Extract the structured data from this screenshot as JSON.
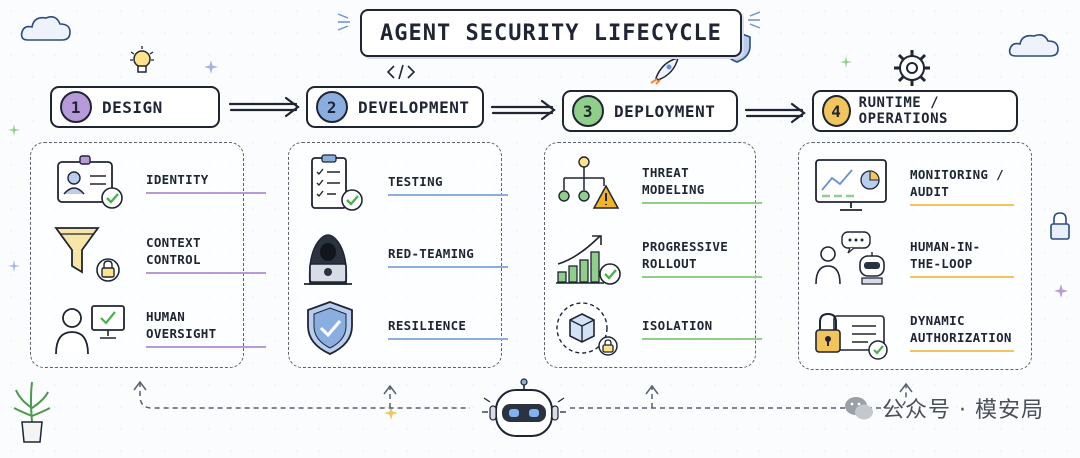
{
  "title": "AGENT SECURITY LIFECYCLE",
  "colors": {
    "design": "#b79ad9",
    "development": "#8aaee0",
    "deployment": "#8fcf8a",
    "runtime": "#f2c55c",
    "ink": "#1f2533",
    "check": "#4caf50",
    "warn": "#f0b429"
  },
  "phases": [
    {
      "number": "1",
      "label": "DESIGN",
      "items": [
        {
          "label": "IDENTITY",
          "icon": "id-card-check-icon"
        },
        {
          "label": "CONTEXT\nCONTROL",
          "icon": "funnel-lock-icon"
        },
        {
          "label": "HUMAN\nOVERSIGHT",
          "icon": "person-monitor-icon"
        }
      ]
    },
    {
      "number": "2",
      "label": "DEVELOPMENT",
      "items": [
        {
          "label": "TESTING",
          "icon": "checklist-check-icon"
        },
        {
          "label": "RED-TEAMING",
          "icon": "hooded-hacker-icon"
        },
        {
          "label": "RESILIENCE",
          "icon": "shield-check-icon"
        }
      ]
    },
    {
      "number": "3",
      "label": "DEPLOYMENT",
      "items": [
        {
          "label": "THREAT\nMODELING",
          "icon": "tree-warning-icon"
        },
        {
          "label": "PROGRESSIVE\nROLLOUT",
          "icon": "growth-bars-icon"
        },
        {
          "label": "ISOLATION",
          "icon": "cube-lock-icon"
        }
      ]
    },
    {
      "number": "4",
      "label": "RUNTIME / OPERATIONS",
      "items": [
        {
          "label": "MONITORING /\nAUDIT",
          "icon": "dashboard-monitor-icon"
        },
        {
          "label": "HUMAN-IN-\nTHE-LOOP",
          "icon": "human-robot-chat-icon"
        },
        {
          "label": "DYNAMIC\nAUTHORIZATION",
          "icon": "lock-panel-check-icon"
        }
      ]
    }
  ],
  "watermark": "公众号 · 模安局"
}
